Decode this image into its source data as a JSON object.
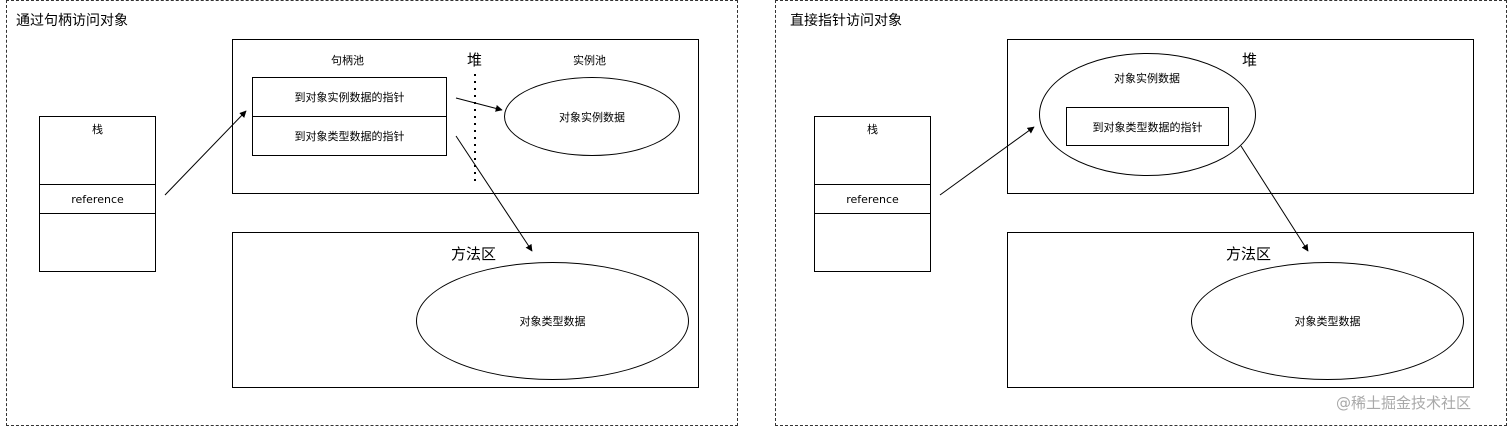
{
  "left": {
    "title": "通过句柄访问对象",
    "stack": {
      "label": "栈",
      "reference": "reference"
    },
    "heap_area": {
      "handle_pool_label": "句柄池",
      "heap_label": "堆",
      "instance_pool_label": "实例池",
      "handle_rows": [
        "到对象实例数据的指针",
        "到对象类型数据的指针"
      ],
      "instance_data": "对象实例数据"
    },
    "method_area": {
      "label": "方法区",
      "type_data": "对象类型数据"
    }
  },
  "right": {
    "title": "直接指针访问对象",
    "stack": {
      "label": "栈",
      "reference": "reference"
    },
    "heap_area": {
      "heap_label": "堆",
      "instance_data": "对象实例数据",
      "pointer_row": "到对象类型数据的指针"
    },
    "method_area": {
      "label": "方法区",
      "type_data": "对象类型数据"
    }
  },
  "watermark": "@稀土掘金技术社区"
}
